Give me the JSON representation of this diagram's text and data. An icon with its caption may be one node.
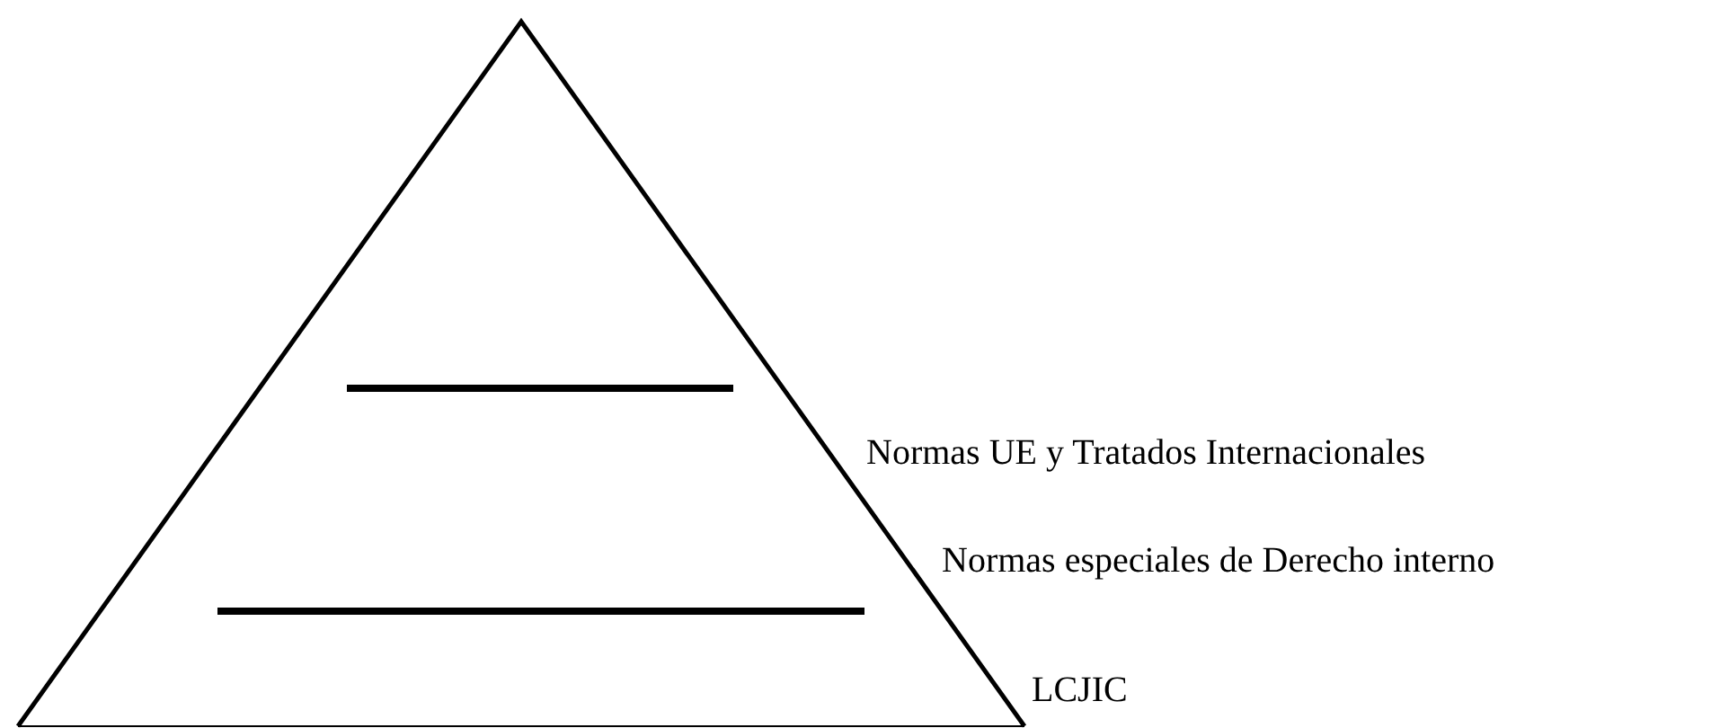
{
  "diagram": {
    "labels": [
      "Normas UE y Tratados Internacionales",
      "Normas especiales de Derecho interno",
      "LCJIC"
    ]
  }
}
